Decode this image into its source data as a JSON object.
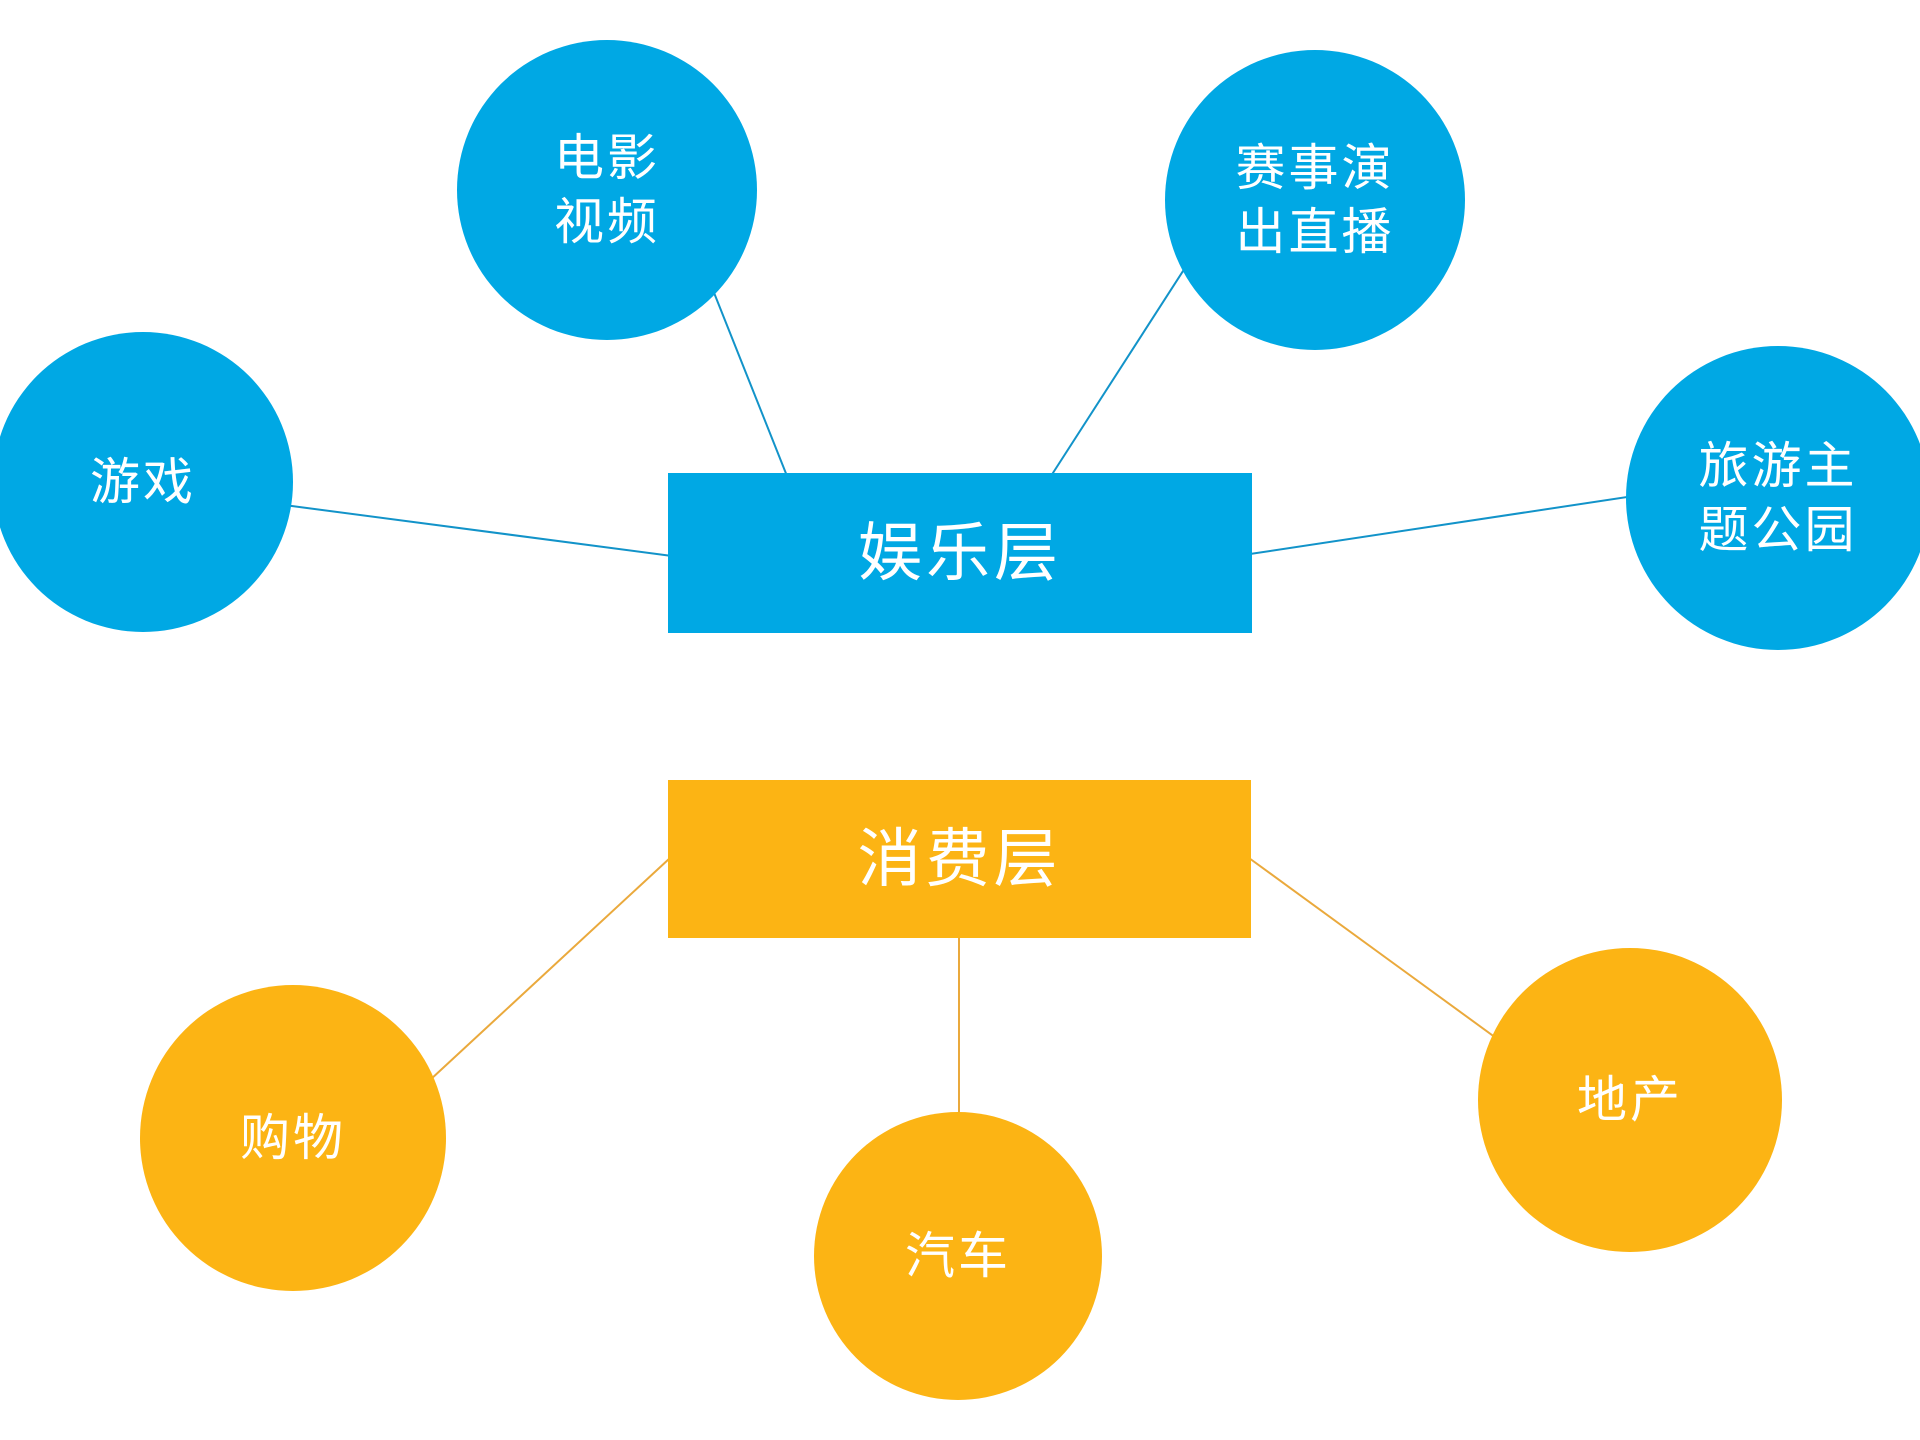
{
  "colors": {
    "background": "#ffffff",
    "blue": "#00a8e4",
    "orange": "#fcb414",
    "blue_line": "#1293c9",
    "orange_line": "#eaa93c",
    "label_text": "#ffffff"
  },
  "entertainment": {
    "label": "娱乐层",
    "nodes": [
      {
        "id": "movie-video",
        "lines": [
          "电影",
          "视频"
        ]
      },
      {
        "id": "sports-live",
        "lines": [
          "赛事演",
          "出直播"
        ]
      },
      {
        "id": "game",
        "lines": [
          "游戏"
        ]
      },
      {
        "id": "travel-theme-park",
        "lines": [
          "旅游主",
          "题公园"
        ]
      }
    ]
  },
  "consumption": {
    "label": "消费层",
    "nodes": [
      {
        "id": "shopping",
        "lines": [
          "购物"
        ]
      },
      {
        "id": "car",
        "lines": [
          "汽车"
        ]
      },
      {
        "id": "real-estate",
        "lines": [
          "地产"
        ]
      }
    ]
  }
}
